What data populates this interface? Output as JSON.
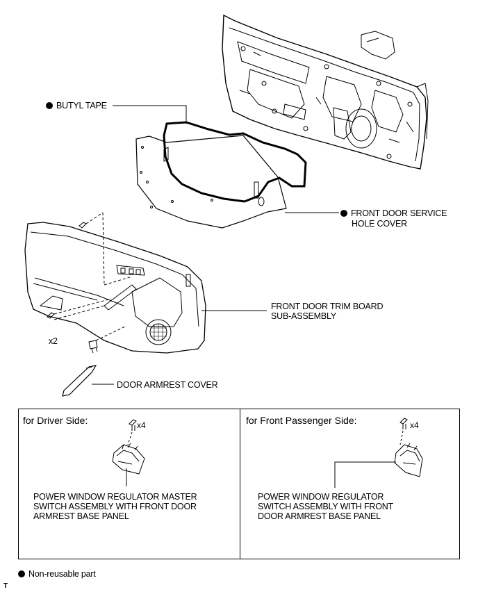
{
  "labels": {
    "butyl_tape": "BUTYL TAPE",
    "service_hole_cover_line1": "FRONT DOOR SERVICE",
    "service_hole_cover_line2": "HOLE COVER",
    "trim_board_line1": "FRONT DOOR TRIM BOARD",
    "trim_board_line2": "SUB-ASSEMBLY",
    "armrest_cover": "DOOR ARMREST COVER",
    "screw_qty": "x2"
  },
  "driver_panel": {
    "title": "for Driver Side:",
    "qty": "x4",
    "line1": "POWER WINDOW REGULATOR MASTER",
    "line2": "SWITCH ASSEMBLY WITH FRONT DOOR",
    "line3": "ARMREST BASE PANEL"
  },
  "passenger_panel": {
    "title": "for Front Passenger Side:",
    "qty": "x4",
    "line1": "POWER WINDOW REGULATOR",
    "line2": "SWITCH ASSEMBLY WITH FRONT",
    "line3": "DOOR ARMREST BASE PANEL"
  },
  "legend": {
    "text": "Non-reusable part"
  },
  "corner_mark": "T"
}
